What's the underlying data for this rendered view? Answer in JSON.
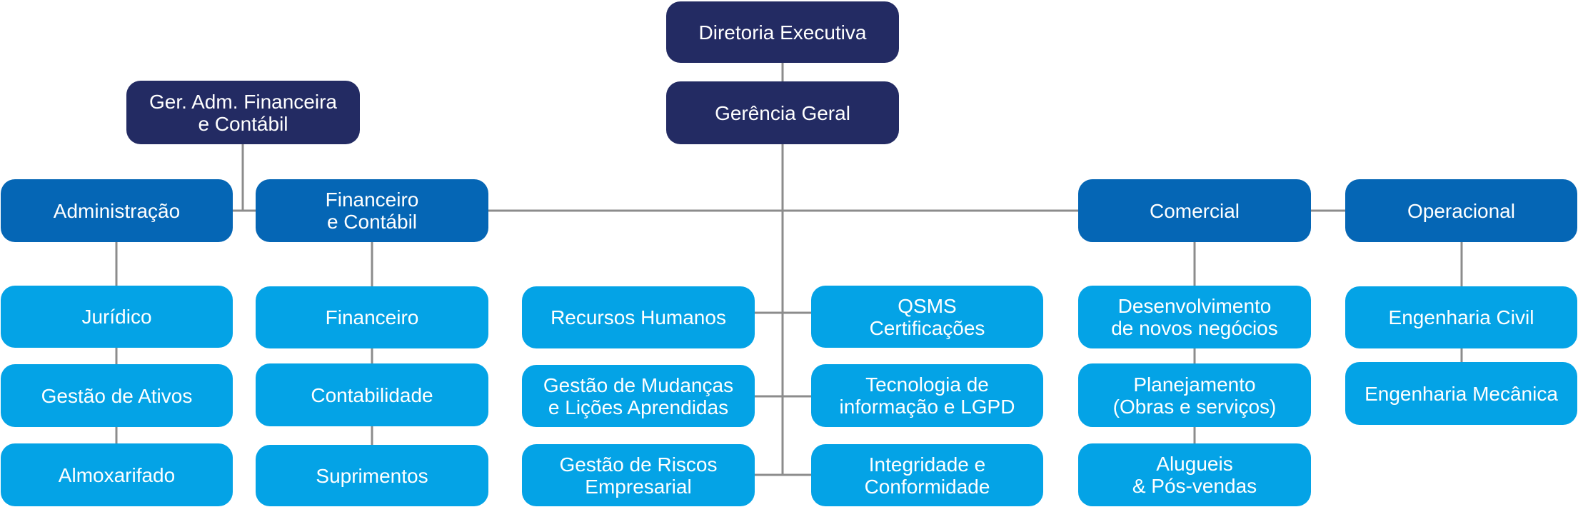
{
  "colors": {
    "navy": "#232b63",
    "blue": "#0566b5",
    "lightblue": "#04a3e6",
    "line": "#8c8c8c"
  },
  "boxes": [
    {
      "id": "diretoria-executiva",
      "label": "Diretoria Executiva",
      "tier": "t1"
    },
    {
      "id": "gerencia-geral",
      "label": "Gerência Geral",
      "tier": "t1"
    },
    {
      "id": "ger-adm-financeira",
      "label": "Ger. Adm. Financeira\ne Contábil",
      "tier": "t1"
    },
    {
      "id": "administracao",
      "label": "Administração",
      "tier": "t2"
    },
    {
      "id": "financeiro-contabil",
      "label": "Financeiro\ne Contábil",
      "tier": "t2"
    },
    {
      "id": "comercial",
      "label": "Comercial",
      "tier": "t2"
    },
    {
      "id": "operacional",
      "label": "Operacional",
      "tier": "t2"
    },
    {
      "id": "juridico",
      "label": "Jurídico",
      "tier": "t3"
    },
    {
      "id": "gestao-ativos",
      "label": "Gestão de Ativos",
      "tier": "t3"
    },
    {
      "id": "almoxarifado",
      "label": "Almoxarifado",
      "tier": "t3"
    },
    {
      "id": "financeiro",
      "label": "Financeiro",
      "tier": "t3"
    },
    {
      "id": "contabilidade",
      "label": "Contabilidade",
      "tier": "t3"
    },
    {
      "id": "suprimentos",
      "label": "Suprimentos",
      "tier": "t3"
    },
    {
      "id": "recursos-humanos",
      "label": "Recursos Humanos",
      "tier": "t3"
    },
    {
      "id": "gestao-mudancas",
      "label": "Gestão de Mudanças\ne Lições Aprendidas",
      "tier": "t3"
    },
    {
      "id": "gestao-riscos",
      "label": "Gestão de Riscos\nEmpresarial",
      "tier": "t3"
    },
    {
      "id": "qsms",
      "label": "QSMS\nCertificações",
      "tier": "t3"
    },
    {
      "id": "tecnologia",
      "label": "Tecnologia de\ninformação e LGPD",
      "tier": "t3"
    },
    {
      "id": "integridade",
      "label": "Integridade e\nConformidade",
      "tier": "t3"
    },
    {
      "id": "desenvolvimento",
      "label": "Desenvolvimento\nde novos negócios",
      "tier": "t3"
    },
    {
      "id": "planejamento",
      "label": "Planejamento\n(Obras e serviços)",
      "tier": "t3"
    },
    {
      "id": "alugueis",
      "label": "Alugueis\n& Pós-vendas",
      "tier": "t3"
    },
    {
      "id": "engenharia-civil",
      "label": "Engenharia Civil",
      "tier": "t3"
    },
    {
      "id": "engenharia-mecanica",
      "label": "Engenharia Mecânica",
      "tier": "t3"
    }
  ]
}
